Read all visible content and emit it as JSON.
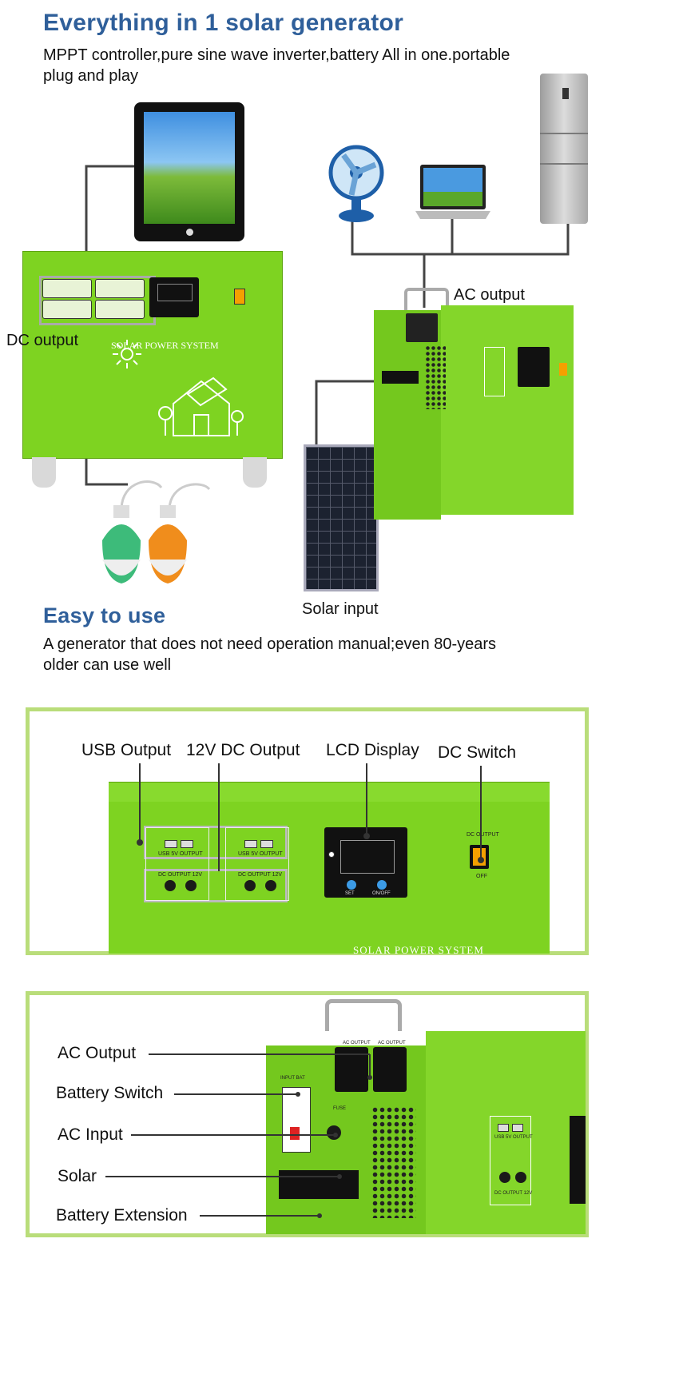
{
  "section1": {
    "title": "Everything in 1 solar generator",
    "desc_line1": "MPPT controller,pure sine wave inverter,battery All in one.portable",
    "desc_line2": "plug and play",
    "labels": {
      "dc_output": "DC output",
      "ac_output": "AC output",
      "solar_input": "Solar input"
    },
    "unit_text": "SOLAR POWER SYSTEM"
  },
  "section2": {
    "title": "Easy to use",
    "desc_line1": "A generator that does not need operation manual;even 80-years",
    "desc_line2": "older can use well"
  },
  "panel_front": {
    "labels": [
      "USB Output",
      "12V DC Output",
      "LCD Display",
      "DC Switch"
    ],
    "usb_caption": "USB 5V OUTPUT",
    "dc_caption": "DC OUTPUT 12V",
    "switch_caption_top": "DC OUTPUT",
    "switch_caption_bottom": "OFF",
    "lcd_buttons": [
      "SET",
      "ON/OFF"
    ],
    "footer_text": "SOLAR POWER SYSTEM"
  },
  "panel_side": {
    "labels": [
      "AC Output",
      "Battery Switch",
      "AC Input",
      "Solar",
      "Battery Extension"
    ],
    "socket_captions": [
      "AC OUTPUT",
      "AC OUTPUT"
    ],
    "battery_caption": "INPUT BAT",
    "fuse_caption": "FUSE",
    "usb_caption": "USB 5V OUTPUT",
    "dc_caption": "DC OUTPUT 12V"
  },
  "colors": {
    "accent_title": "#2f5f9a",
    "device_green": "#7ed321",
    "frame_green": "#b9dd7a"
  }
}
